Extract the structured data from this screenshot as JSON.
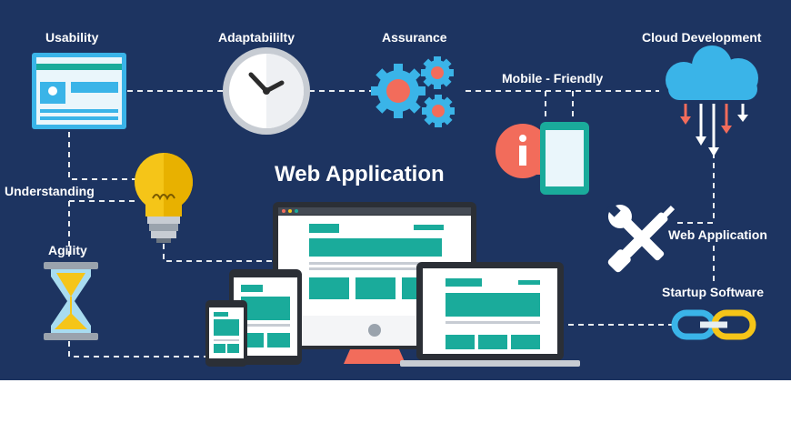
{
  "title": "Web Application",
  "labels": {
    "usability": "Usability",
    "adaptability": "Adaptabililty",
    "assurance": "Assurance",
    "cloud_development": "Cloud Development",
    "mobile_friendly": "Mobile - Friendly",
    "understanding": "Understanding",
    "agility": "Agility",
    "web_application": "Web Application",
    "startup_software": "Startup Software"
  },
  "icons": [
    "browser-window-icon",
    "clock-icon",
    "gears-icon",
    "cloud-icon",
    "info-bubble-icon",
    "phone-icon",
    "light-bulb-icon",
    "hourglass-icon",
    "wrench-screwdriver-icon",
    "chain-link-icon",
    "desktop-monitor-icon",
    "tablet-icon",
    "small-phone-icon",
    "laptop-icon"
  ],
  "colors": {
    "background": "#1d3461",
    "teal": "#1aab9b",
    "coral": "#f26c5b",
    "yellow": "#f5c518",
    "sky": "#3ab4e8"
  }
}
